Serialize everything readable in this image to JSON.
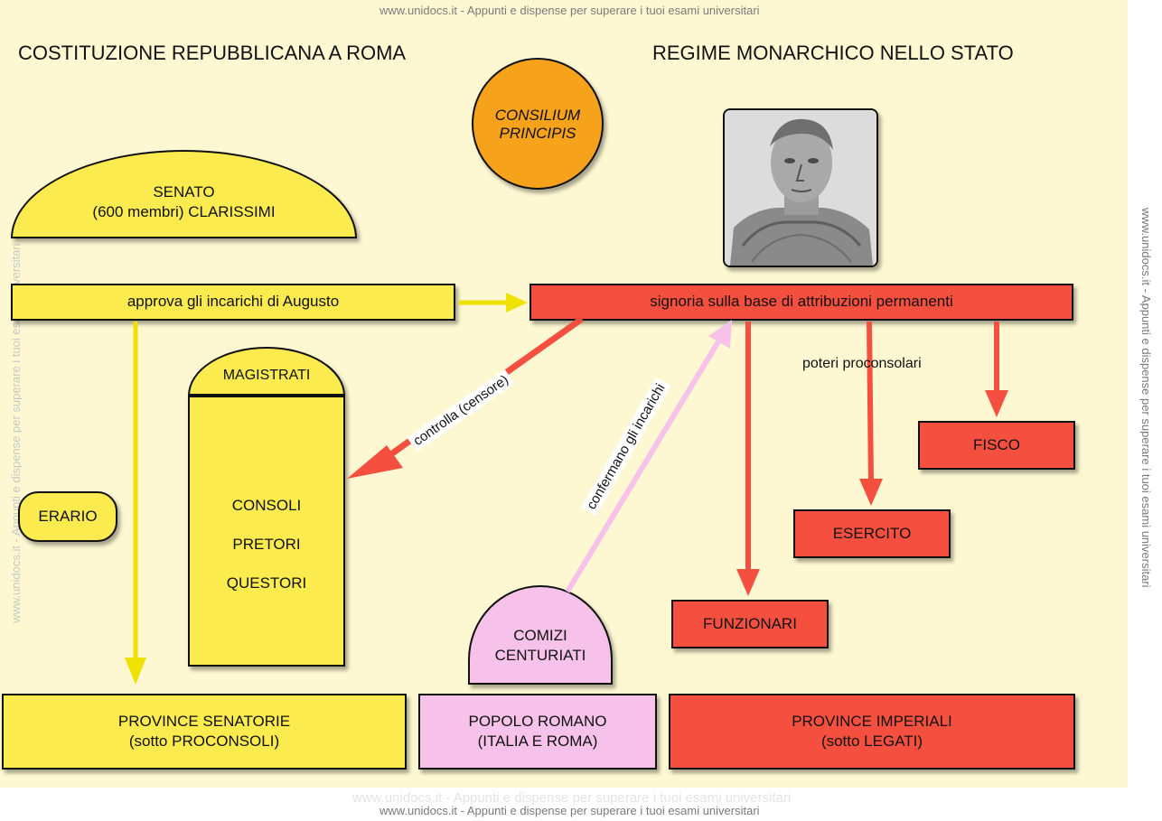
{
  "watermark": {
    "top": "www.unidocs.it - Appunti e dispense per superare i tuoi esami universitari",
    "bottom": "www.unidocs.it - Appunti e dispense per superare i tuoi esami universitari",
    "right": "www.unidocs.it - Appunti e dispense per superare i tuoi esami universitari",
    "left": "www.unidocs.it - Appunti e dispense per superare i tuoi esami universitari",
    "bottom_faint": "www.unidocs.it - Appunti e dispense per superare i tuoi esami universitari"
  },
  "titles": {
    "left": "COSTITUZIONE REPUBBLICANA A ROMA",
    "right": "REGIME MONARCHICO NELLO STATO"
  },
  "consilium": {
    "line1": "CONSILIUM",
    "line2": "PRINCIPIS"
  },
  "senato": {
    "line1": "SENATO",
    "line2": "(600 membri) CLARISSIMI"
  },
  "approva": "approva gli incarichi di Augusto",
  "signoria": "signoria sulla base di attribuzioni permanenti",
  "magistrati": {
    "header": "MAGISTRATI",
    "items": [
      "CONSOLI",
      "PRETORI",
      "QUESTORI"
    ]
  },
  "erario": "ERARIO",
  "comizi": {
    "line1": "COMIZI",
    "line2": "CENTURIATI"
  },
  "labels": {
    "controlla": "controlla (censore)",
    "confermano": "confermano gli incarichi",
    "poteri": "poteri proconsolari"
  },
  "fisco": "FISCO",
  "esercito": "ESERCITO",
  "funzionari": "FUNZIONARI",
  "province_senatorie": {
    "line1": "PROVINCE SENATORIE",
    "line2": "(sotto PROCONSOLI)"
  },
  "popolo": {
    "line1": "POPOLO ROMANO",
    "line2": "(ITALIA E ROMA)"
  },
  "province_imperiali": {
    "line1": "PROVINCE IMPERIALI",
    "line2": "(sotto LEGATI)"
  },
  "colors": {
    "yellow": "#fbeb4f",
    "red": "#f5503f",
    "pink": "#f7c2ea",
    "orange": "#f7a21b",
    "background": "#fdf8d2"
  },
  "icons": {
    "portrait": "augustus-bust-portrait",
    "arrows": "flow-arrows"
  }
}
